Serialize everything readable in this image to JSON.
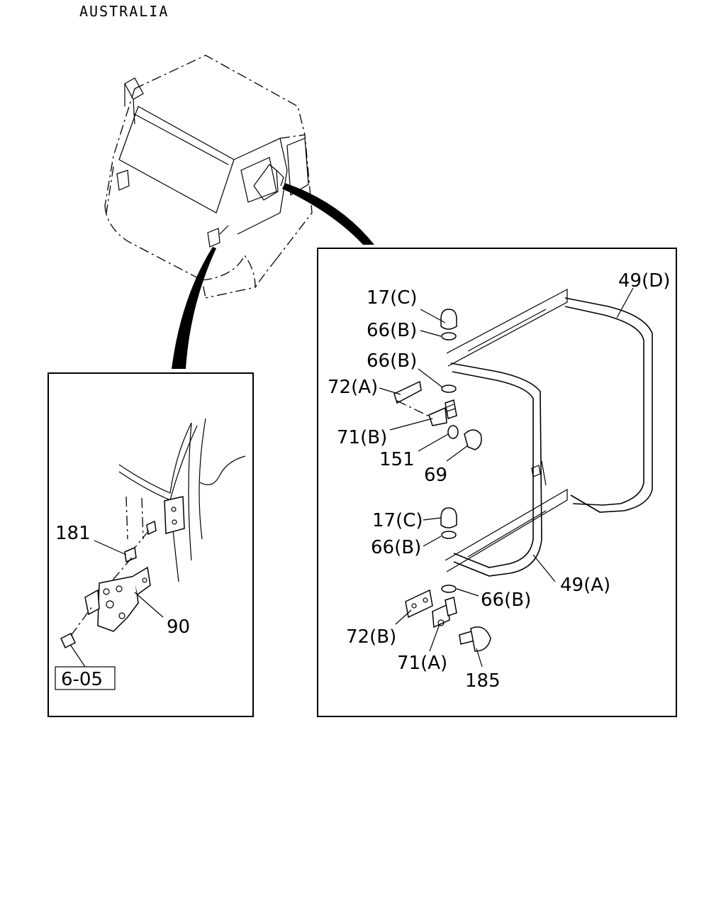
{
  "title": "AUSTRALIA",
  "left_panel": {
    "labels": {
      "l181": "181",
      "l90": "90",
      "ref": "6-05"
    }
  },
  "right_panel": {
    "labels": {
      "l49d": "49(D)",
      "l17c_top": "17(C)",
      "l66b_1": "66(B)",
      "l66b_2": "66(B)",
      "l72a": "72(A)",
      "l71b": "71(B)",
      "l151": "151",
      "l69": "69",
      "l17c_bot": "17(C)",
      "l66b_3": "66(B)",
      "l49a": "49(A)",
      "l66b_4": "66(B)",
      "l72b": "72(B)",
      "l71a": "71(A)",
      "l185": "185"
    }
  }
}
